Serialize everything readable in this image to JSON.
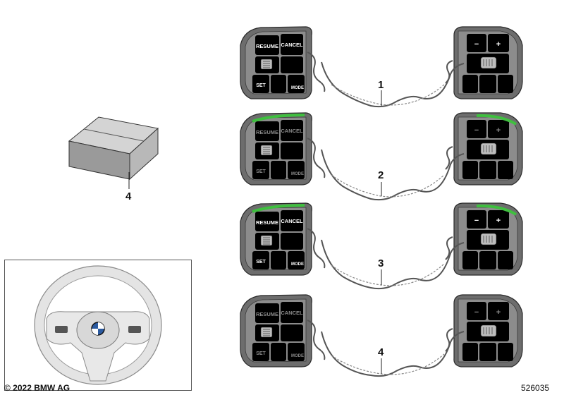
{
  "callouts": {
    "part_1": "1",
    "part_2": "2",
    "part_3": "3",
    "part_4_kit": "4",
    "part_4_harness": "4"
  },
  "button_labels": {
    "resume": "RESUME",
    "cancel": "CANCEL",
    "set": "SET",
    "mode": "MODE",
    "minus": "−",
    "plus": "+"
  },
  "copyright": "© 2022 BMW AG",
  "diagram_number": "526035",
  "colors": {
    "dark_button": "#3a3a3a",
    "light_button": "#e6e6e6",
    "bezel": "#6d6d6d",
    "green_accent": "#3fbf3f"
  }
}
